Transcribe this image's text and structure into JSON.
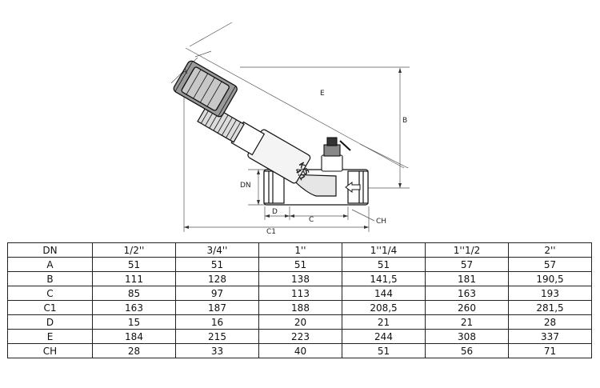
{
  "drawing": {
    "labels": {
      "A": "A",
      "B": "B",
      "E": "E",
      "DN": "DN",
      "D": "D",
      "C": "C",
      "C1": "C1",
      "CH": "CH"
    },
    "valve_marking_line1": "K/S",
    "valve_marking_line2": "4.1"
  },
  "table": {
    "headers": [
      "DN",
      "1/2''",
      "3/4''",
      "1''",
      "1''1/4",
      "1''1/2",
      "2''"
    ],
    "rows": [
      [
        "A",
        "51",
        "51",
        "51",
        "51",
        "57",
        "57"
      ],
      [
        "B",
        "111",
        "128",
        "138",
        "141,5",
        "181",
        "190,5"
      ],
      [
        "C",
        "85",
        "97",
        "113",
        "144",
        "163",
        "193"
      ],
      [
        "C1",
        "163",
        "187",
        "188",
        "208,5",
        "260",
        "281,5"
      ],
      [
        "D",
        "15",
        "16",
        "20",
        "21",
        "21",
        "28"
      ],
      [
        "E",
        "184",
        "215",
        "223",
        "244",
        "308",
        "337"
      ],
      [
        "CH",
        "28",
        "33",
        "40",
        "51",
        "56",
        "71"
      ]
    ]
  }
}
